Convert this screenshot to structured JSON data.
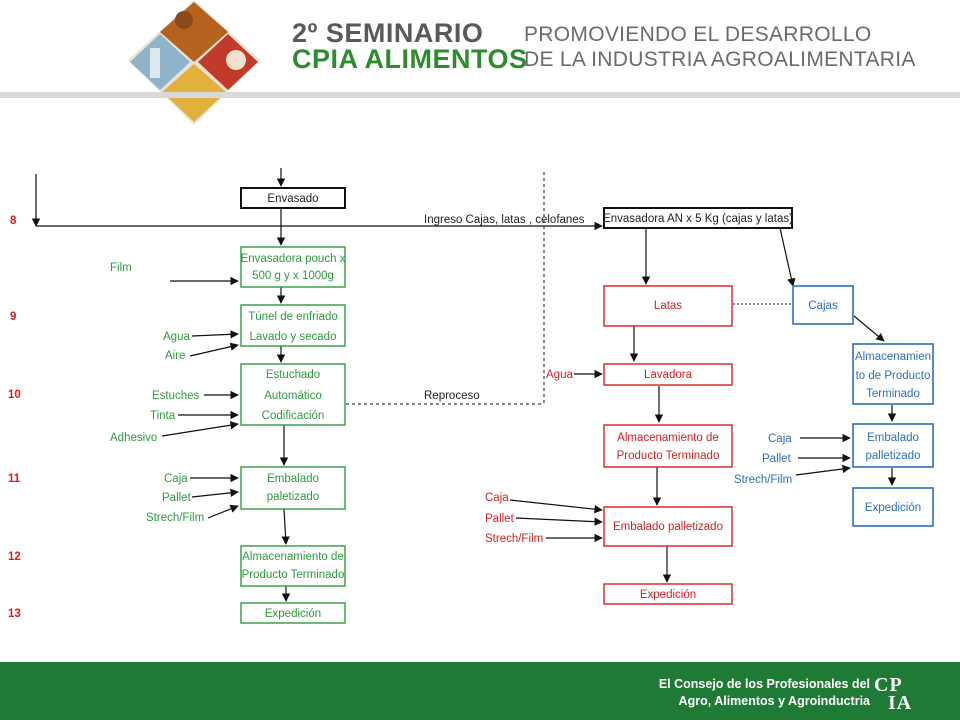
{
  "header": {
    "seminar_line1": "2º SEMINARIO",
    "seminar_line2": "CPIA ALIMENTOS",
    "slogan_line1": "PROMOVIENDO EL DESARROLLO",
    "slogan_line2": "DE LA INDUSTRIA AGROALIMENTARIA"
  },
  "steps": {
    "n8": "8",
    "n9": "9",
    "n10": "10",
    "n11": "11",
    "n12": "12",
    "n13": "13"
  },
  "left": {
    "envasado": "Envasado",
    "pouch_l1": "Envasadora pouch x",
    "pouch_l2": "500 g y x 1000g",
    "tunel_l1": "Túnel de enfriado",
    "tunel_l2": "Lavado y secado",
    "estuchado_l1": "Estuchado",
    "estuchado_l2": "Automático",
    "estuchado_l3": "Codificación",
    "embalado_l1": "Embalado",
    "embalado_l2": "paletizado",
    "almac_l1": "Almacenamiento de",
    "almac_l2": "Producto Terminado",
    "expedicion": "Expedición",
    "film": "Film",
    "agua": "Agua",
    "aire": "Aire",
    "estuches": "Estuches",
    "tinta": "Tinta",
    "adhesivo": "Adhesivo",
    "caja": "Caja",
    "pallet": "Pallet",
    "strech": "Strech/Film"
  },
  "middle": {
    "ingreso": "Ingreso Cajas, latas , celofanes",
    "reproceso": "Reproceso"
  },
  "red": {
    "envasadora": "Envasadora AN x 5 Kg (cajas y latas)",
    "latas": "Latas",
    "lavadora": "Lavadora",
    "almac_l1": "Almacenamiento de",
    "almac_l2": "Producto Terminado",
    "embalado": "Embalado palletizado",
    "expedicion": "Expedición",
    "agua": "Agua",
    "caja": "Caja",
    "pallet": "Pallet",
    "strech": "Strech/Film"
  },
  "blue": {
    "cajas": "Cajas",
    "almac_l1": "Almacenamien",
    "almac_l2": "to de Producto",
    "almac_l3": "Terminado",
    "embalado_l1": "Embalado",
    "embalado_l2": "palletizado",
    "expedicion": "Expedición",
    "caja": "Caja",
    "pallet": "Pallet",
    "strech": "Strech/Film"
  },
  "footer": {
    "line1": "El Consejo de los Profesionales del",
    "line2": "Agro, Alimentos y Agroinductria",
    "logo_top": "CP",
    "logo_bottom": "IA"
  },
  "colors": {
    "green": "#2e9b3e",
    "red": "#d62020",
    "blue": "#2c6fc0",
    "footer_green": "#1f7a35"
  }
}
